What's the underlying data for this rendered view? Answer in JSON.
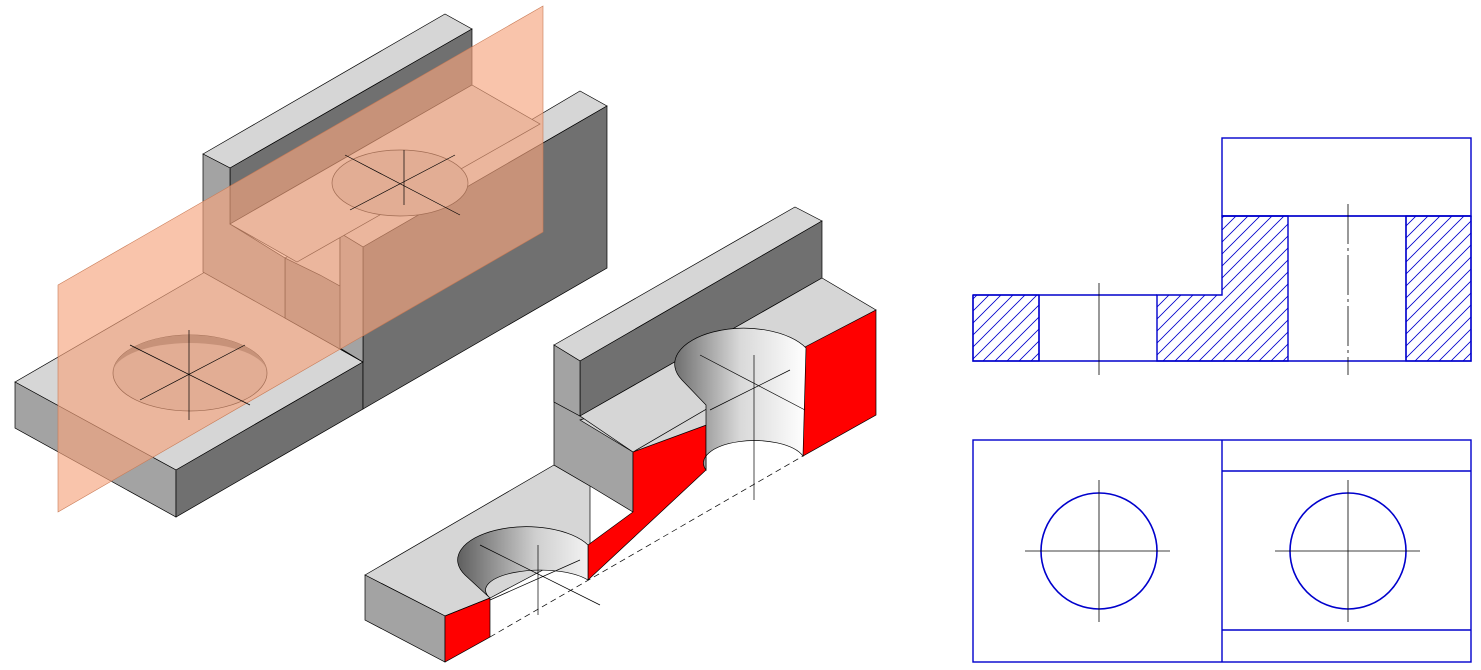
{
  "colors": {
    "background": "#ffffff",
    "face_top": "#d6d6d6",
    "face_left": "#a3a3a3",
    "face_dark": "#707070",
    "face_mid": "#8f8f8f",
    "hole_inner": "#bdbdbd",
    "section_plane": "#f6a47e",
    "cut_face": "#ff0000",
    "drawing_line": "#0000cc",
    "edge_line": "#000000",
    "center_line": "#000000",
    "hatch": "#0000cc"
  },
  "views": [
    {
      "name": "isometric-part-with-section-plane"
    },
    {
      "name": "isometric-half-section"
    },
    {
      "name": "front-section-view"
    },
    {
      "name": "top-view"
    }
  ]
}
